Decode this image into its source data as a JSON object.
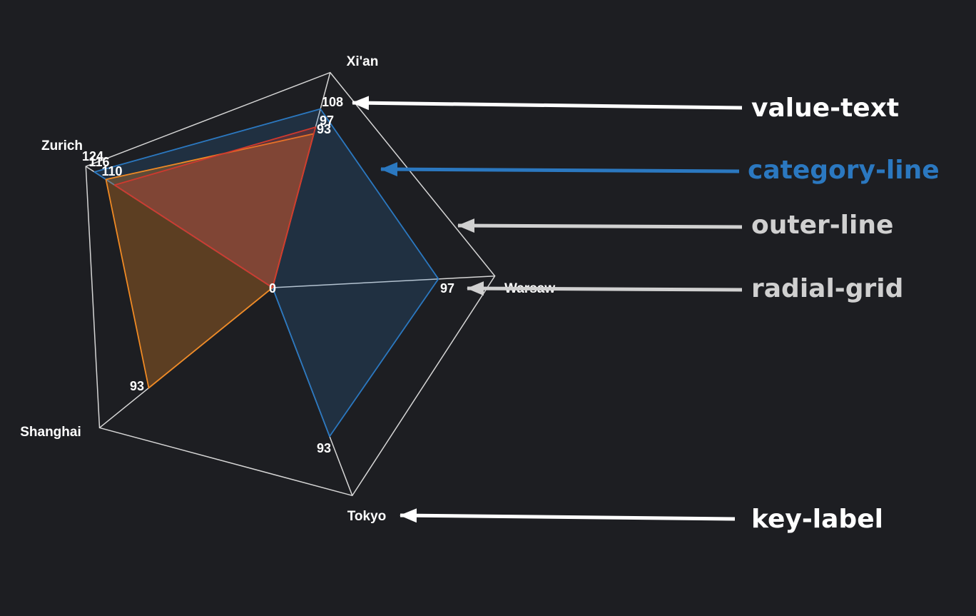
{
  "chart_data": {
    "type": "radar",
    "axes": [
      "Xi'an",
      "Warsaw",
      "Tokyo",
      "Shanghai",
      "Zurich"
    ],
    "r_max": 130,
    "series": [
      {
        "color": "#2b78c0",
        "values": [
          108,
          97,
          93,
          0,
          124
        ]
      },
      {
        "color": "#d0392e",
        "values": [
          97,
          0,
          0,
          0,
          110
        ]
      },
      {
        "color": "#f08a24",
        "values": [
          93,
          0,
          0,
          93,
          116
        ]
      }
    ],
    "value_labels": [
      {
        "text": "108"
      },
      {
        "text": "97"
      },
      {
        "text": "93"
      },
      {
        "text": "124"
      },
      {
        "text": "116"
      },
      {
        "text": "110"
      },
      {
        "text": "0"
      },
      {
        "text": "97"
      },
      {
        "text": "93"
      },
      {
        "text": "93"
      }
    ]
  },
  "annotations": [
    {
      "text": "value-text",
      "color": "#ffffff"
    },
    {
      "text": "category-line",
      "color": "#2b78c0"
    },
    {
      "text": "outer-line",
      "color": "#d0d0d0"
    },
    {
      "text": "radial-grid",
      "color": "#d0d0d0"
    },
    {
      "text": "key-label",
      "color": "#ffffff"
    }
  ],
  "colors": {
    "background": "#1d1e22",
    "grid": "#d6d6d6"
  }
}
